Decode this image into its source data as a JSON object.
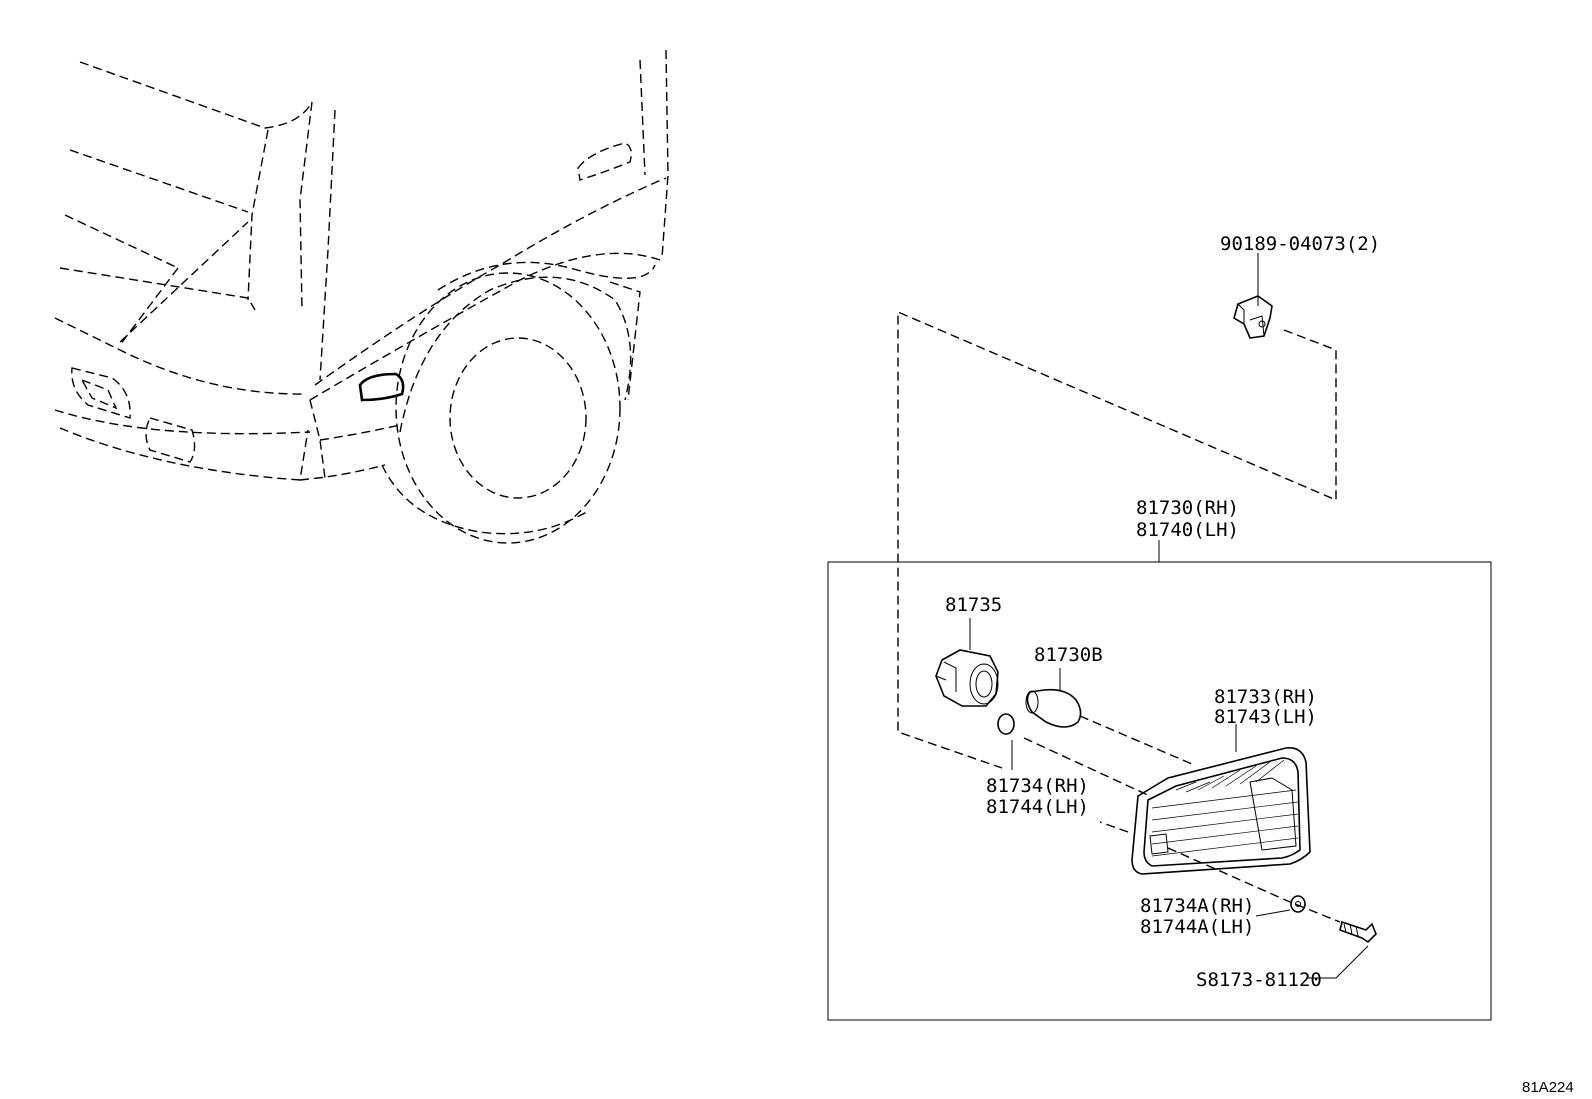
{
  "parts": {
    "clip": "90189-04073(2)",
    "assembly_rh": "81730(RH)",
    "assembly_lh": "81740(LH)",
    "socket": "81735",
    "bulb": "81730B",
    "lens_rh": "81733(RH)",
    "lens_lh": "81743(LH)",
    "gasket_rh": "81734(RH)",
    "gasket_lh": "81744(LH)",
    "washer_rh": "81734A(RH)",
    "washer_lh": "81744A(LH)",
    "screw": "S8173-81120"
  },
  "diagram_code": "81A224"
}
